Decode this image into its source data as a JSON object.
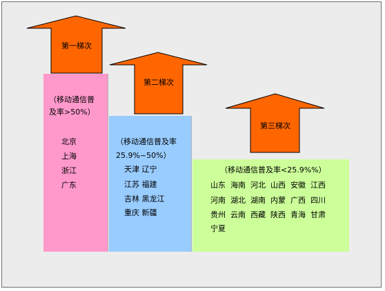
{
  "tiers": [
    {
      "title": "第一梯次",
      "rate_lines": [
        "（移动通信普",
        "及率>50%）"
      ],
      "regions": [
        "北京",
        "上海",
        "浙江",
        "广东"
      ],
      "box_color": "#ff99cc"
    },
    {
      "title": "第二梯次",
      "rate_lines": [
        "（移动通信普及率",
        "25.9%~50%）"
      ],
      "regions": [
        "天津  辽宁",
        "江苏  福建",
        "吉林  黑龙江",
        "重庆  新疆"
      ],
      "box_color": "#99ccff"
    },
    {
      "title": "第三梯次",
      "rate_lines": [
        "（移动通信普及率<25.9%%）"
      ],
      "regions": [
        "山东  海南  河北  山西  安徽  江西",
        "河南  湖北  湖南  内蒙  广西  四川",
        "贵州  云南  西藏  陕西  青海  甘肃",
        "宁夏"
      ],
      "box_color": "#ccff99"
    }
  ],
  "colors": {
    "arrow_fill": "#ff6600",
    "arrow_stroke": "#000000",
    "background": "#ececec"
  }
}
